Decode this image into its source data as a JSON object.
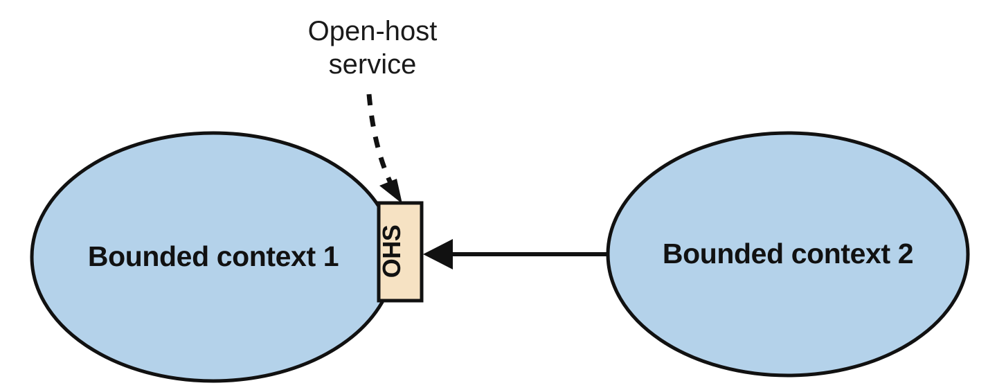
{
  "diagram": {
    "type": "bounded-context-integration",
    "background_color": "#ffffff",
    "palette": {
      "context_fill": "#b4d2ea",
      "context_stroke": "#111111",
      "ohs_fill": "#f6e2c3",
      "ohs_stroke": "#111111",
      "connector_color": "#111111",
      "text_color": "#111111"
    },
    "annotation": {
      "name": "open-host-service-callout",
      "line1": "Open-host",
      "line2": "service",
      "style": "dashed-arrow"
    },
    "nodes": [
      {
        "id": "bounded-context-1",
        "label": "Bounded context 1",
        "shape": "ellipse",
        "fill": "#b4d2ea"
      },
      {
        "id": "bounded-context-2",
        "label": "Bounded context 2",
        "shape": "ellipse",
        "fill": "#b4d2ea"
      }
    ],
    "pattern_box": {
      "id": "ohs-box",
      "label": "OHS",
      "full_name": "Open-host service",
      "orientation": "vertical-bottom-to-top",
      "fill": "#f6e2c3",
      "attached_to": "bounded-context-1"
    },
    "connectors": [
      {
        "id": "upstream-downstream-arrow",
        "from": "bounded-context-2",
        "to": "ohs-box",
        "style": "solid",
        "arrow": "single-head-left"
      },
      {
        "id": "callout-arrow",
        "from": "open-host-service-callout",
        "to": "ohs-box",
        "style": "dashed",
        "arrow": "single-head-down-right"
      }
    ]
  }
}
